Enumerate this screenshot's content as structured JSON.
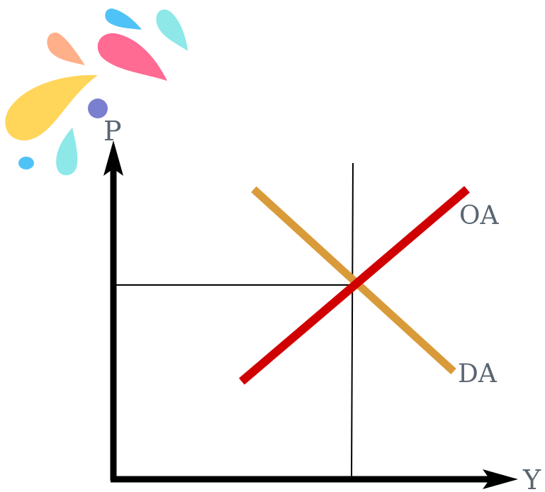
{
  "axes": {
    "y_label": "P",
    "x_label": "Y"
  },
  "curves": {
    "supply": {
      "label": "OA",
      "color": "#d10000"
    },
    "demand": {
      "label": "DA",
      "color": "#d99a3a"
    }
  },
  "axis_color": "#000000",
  "decoration": {
    "name": "paint-splash",
    "colors": [
      "#ffd55a",
      "#ff6b93",
      "#ffb08a",
      "#4fc3f7",
      "#8ee8e8",
      "#7b7fcf"
    ]
  }
}
